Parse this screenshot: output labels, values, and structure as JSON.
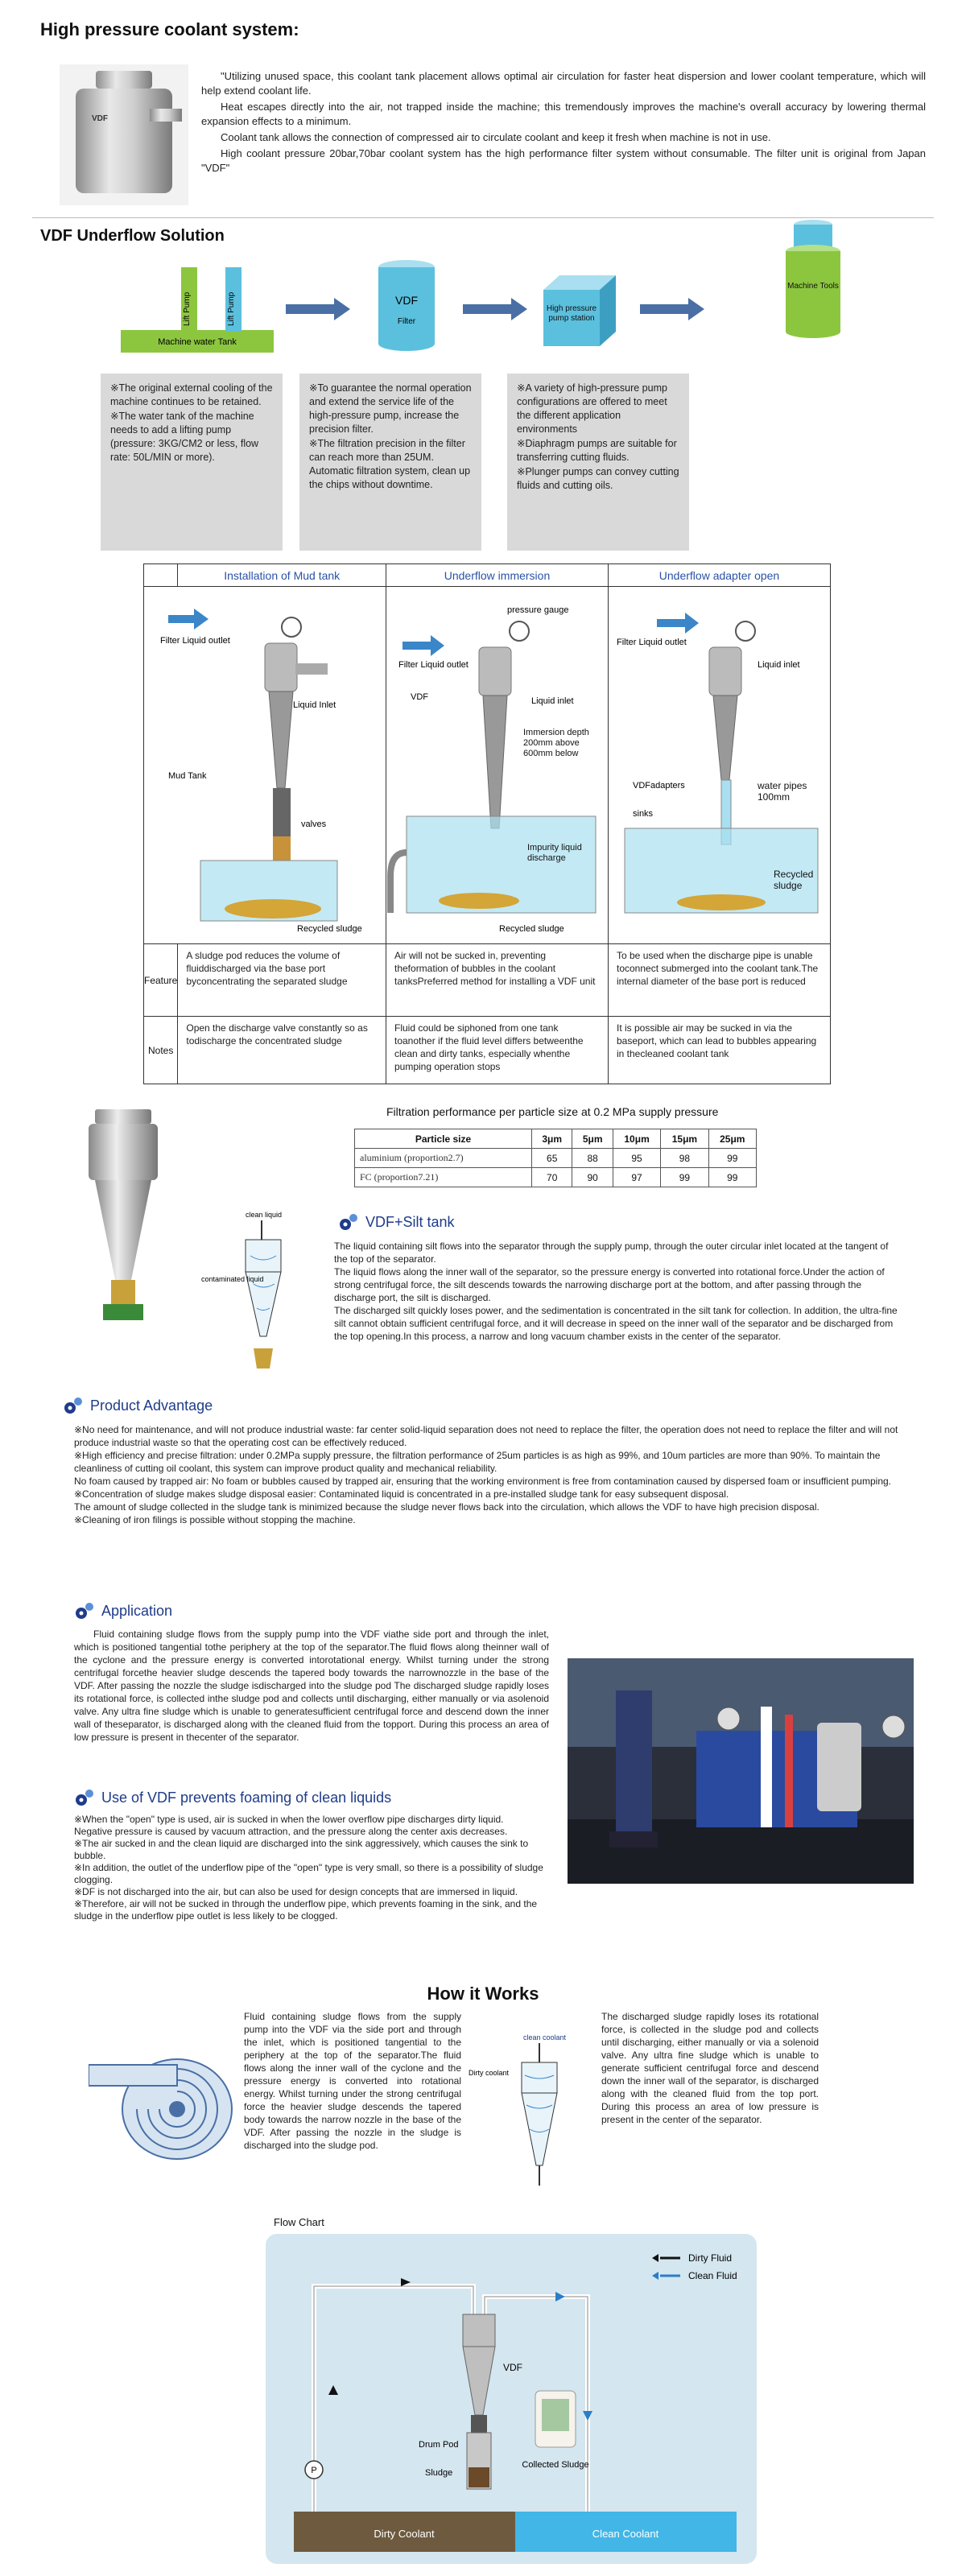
{
  "sections": {
    "coolant_title": "High pressure coolant system:",
    "coolant_paragraphs": [
      "\"Utilizing unused space, this coolant tank placement allows optimal air circulation for faster heat dispersion and lower coolant temperature, which will help extend coolant life.",
      "Heat escapes directly into the air, not trapped inside the machine; this tremendously improves the machine's overall accuracy by lowering thermal expansion effects to a minimum.",
      "Coolant tank allows the connection of compressed air to circulate coolant and keep it fresh when machine is not in use.",
      "High coolant pressure 20bar,70bar coolant system has the high performance filter system without consumable. The filter unit is original from Japan \"VDF\""
    ],
    "vdf_badge": "VDF",
    "vdf_title": "VDF Underflow Solution"
  },
  "flow": {
    "lift_pump_1": "Lift Pump",
    "lift_pump_2": "Lift Pump",
    "machine_tank": "Machine water Tank",
    "vdf_label": "VDF",
    "filter_label": "Filter",
    "pump_station": "High pressure pump station",
    "machine_tools": "Machine Tools"
  },
  "info_boxes": [
    [
      "※The original external cooling of the machine continues to be retained.",
      "※The water tank of the machine needs to add a lifting pump (pressure: 3KG/CM2 or less, flow rate: 50L/MIN or more)."
    ],
    [
      "※To guarantee the normal operation and extend the service life of the high-pressure pump, increase the precision filter.",
      "※The filtration precision in the filter can reach more than 25UM. Automatic filtration system, clean up the chips without downtime."
    ],
    [
      "※A variety of high-pressure pump configurations are offered to meet the different application environments",
      "※Diaphragm pumps are suitable for transferring cutting fluids.",
      "※Plunger pumps can convey cutting fluids and cutting oils."
    ]
  ],
  "compare": {
    "headers": [
      "Installation of Mud tank",
      "Underflow immersion",
      "Underflow adapter open"
    ],
    "col1_labels": {
      "outlet": "Filter Liquid outlet",
      "inlet": "Liquid Inlet",
      "mud": "Mud Tank",
      "valves": "valves",
      "recycled": "Recycled sludge"
    },
    "col2_labels": {
      "gauge": "pressure gauge",
      "outlet": "Filter Liquid outlet",
      "vdf": "VDF",
      "inlet": "Liquid inlet",
      "depth": "Immersion depth 200mm above 600mm below",
      "impurity": "Impurity liquid discharge",
      "recycled": "Recycled sludge"
    },
    "col3_labels": {
      "outlet": "Filter Liquid outlet",
      "inlet": "Liquid inlet",
      "adapters": "VDFadapters",
      "pipes": "water pipes 100mm",
      "sinks": "sinks",
      "recycled": "Recycled sludge"
    },
    "feature_label": "Feature",
    "notes_label": "Notes",
    "features": [
      "A sludge pod reduces the volume of fluiddischarged via the base port byconcentrating the separated sludge",
      "Air will not be sucked in, preventing theformation of bubbles in the coolant tanksPreferred method for installing a VDF unit",
      "To be used when the discharge pipe is unable toconnect submerged into the coolant tank.The internal diameter of the base port is reduced"
    ],
    "notes": [
      "Open the discharge valve constantly so as todischarge the concentrated sludge",
      "Fluid could be siphoned from one tank toanother if the fluid level differs betweenthe clean and dirty tanks, especially whenthe pumping operation stops",
      "It is possible air may be sucked in via the baseport, which can lead to bubbles appearing in thecleaned coolant tank"
    ]
  },
  "perf": {
    "title": "Filtration performance per particle size at 0.2 MPa supply pressure",
    "headers": [
      "Particle size",
      "3μm",
      "5μm",
      "10μm",
      "15μm",
      "25μm"
    ],
    "rows": [
      [
        "aluminium (proportion2.7)",
        "65",
        "88",
        "95",
        "98",
        "99"
      ],
      [
        "FC (proportion7.21)",
        "70",
        "90",
        "97",
        "99",
        "99"
      ]
    ]
  },
  "silt": {
    "title": "VDF+Silt tank",
    "clean_liquid": "clean liquid",
    "contaminated": "contaminated liquid",
    "paragraphs": [
      "The liquid containing silt flows into the separator through the supply pump, through the outer circular inlet located at the tangent of the top of the separator.",
      "The liquid flows along the inner wall of the separator, so the pressure energy is converted into rotational force.Under the action of strong centrifugal force, the silt descends towards the narrowing discharge port at the bottom, and after passing through the discharge port, the silt is discharged.",
      "The discharged silt quickly loses power, and the sedimentation is concentrated in the silt tank for collection. In addition, the ultra-fine silt cannot obtain sufficient centrifugal force, and it will decrease in speed on the inner wall of the separator and be discharged from the top opening.In this process, a narrow and long vacuum chamber exists in the center of the separator."
    ]
  },
  "advantage": {
    "title": "Product Advantage",
    "items": [
      "※No need for maintenance, and will not produce industrial waste: far center solid-liquid separation does not need to replace the filter, the operation does not need to replace the filter and will not produce industrial waste so that the operating cost can be effectively reduced.",
      "※High efficiency and precise filtration: under 0.2MPa supply pressure, the filtration performance of 25um particles is as high as 99%, and 10um particles are more than 90%. To maintain the cleanliness of cutting oil coolant, this system can improve product quality and mechanical reliability.",
      "No foam caused by trapped air: No foam or bubbles caused by trapped air, ensuring that the working environment is free from contamination caused by dispersed foam or insufficient pumping.",
      "※Concentration of sludge makes sludge disposal easier: Contaminated liquid is concentrated in a pre-installed sludge tank for easy subsequent disposal.",
      "The amount of sludge collected in the sludge tank is minimized because the sludge never flows back into the circulation, which allows the VDF to have high precision disposal.",
      "※Cleaning of iron filings is possible without stopping the machine."
    ]
  },
  "application": {
    "title": "Application",
    "text": "Fluid containing sludge flows from the supply pump into the VDF viathe side port and through the inlet, which is positioned tangential tothe periphery at the top of the separator.The fluid flows along theinner wall of the cyclone and the pressure energy is converted intorotational energy. Whilst turning under the strong centrifugal forcethe heavier sludge descends the tapered body towards the narrownozzle in the base of the VDF. After passing the nozzle the sludge isdischarged into the sludge pod The discharged sludge rapidly loses its rotational force, is collected inthe sludge pod and collects until discharging, either manually or via asolenoid valve. Any ultra fine sludge which is unable to generatesufficient centrifugal force and descend down the inner wall of theseparator, is discharged along with the cleaned fluid from the topport. During this process an area of low pressure is present in thecenter of the separator."
  },
  "foaming": {
    "title": "Use of VDF prevents foaming of clean liquids",
    "items": [
      "※When the \"open\" type is used, air is sucked in when the lower overflow pipe discharges dirty liquid.",
      "Negative pressure is caused by vacuum attraction, and the pressure along the center axis decreases.",
      "※The air sucked in and the clean liquid are discharged into the sink aggressively, which causes the sink to bubble.",
      "※In addition, the outlet of the underflow pipe of the \"open\" type is very small, so there is a possibility of sludge clogging.",
      "※DF is not discharged into the air, but can also be used for design concepts that are immersed in liquid.",
      "※Therefore, air will not be sucked in through the underflow pipe, which prevents foaming in the sink, and the sludge in the underflow pipe outlet is less likely to be clogged."
    ]
  },
  "how": {
    "title": "How it Works",
    "left_text": "Fluid containing sludge flows from the supply pump into the VDF via the side port and through the inlet, which is positioned tangential to the periphery at the top of the separator.The fluid flows along the inner wall of the cyclone and the pressure energy is converted into rotational energy. Whilst turning under the strong centrifugal force the heavier sludge descends the tapered body towards the narrow nozzle in the base of the VDF. After passing the nozzle in the sludge is discharged into the sludge pod.",
    "right_text": "The discharged sludge rapidly loses its rotational force, is collected in the sludge pod and collects until discharging, either manually or via a solenoid valve. Any ultra fine sludge which is unable to generate sufficient centrifugal force and descend down the inner wall of the separator, is discharged along with the cleaned fluid from the top port. During this process an area of low pressure is present in the center of the separator.",
    "clean_coolant": "clean coolant",
    "dirty_coolant": "Dirty coolant"
  },
  "chart": {
    "title": "Flow Chart",
    "legend_dirty": "Dirty Fluid",
    "legend_clean": "Clean Fluid",
    "vdf": "VDF",
    "drum_pod": "Drum Pod",
    "sludge": "Sludge",
    "collected": "Collected Sludge",
    "p": "P",
    "dirty_tank": "Dirty Coolant",
    "clean_tank": "Clean Coolant"
  },
  "colors": {
    "accent_blue": "#2a52a6",
    "arrow_blue": "#4a6fa5",
    "green": "#8cc63f",
    "teal": "#5bc0de",
    "clean": "#42b6e6",
    "dirty": "#6e5a3e"
  }
}
